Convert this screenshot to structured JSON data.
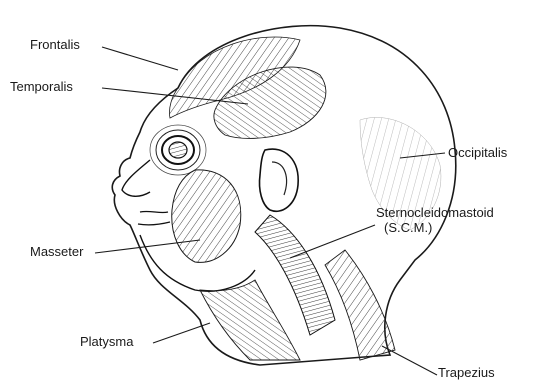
{
  "labels": {
    "frontalis": "Frontalis",
    "temporalis": "Temporalis",
    "occipitalis": "Occipitalis",
    "scm_name": "Sternocleidomastoid",
    "scm_abbr": "(S.C.M.)",
    "masseter": "Masseter",
    "platysma": "Platysma",
    "trapezius": "Trapezius"
  },
  "colors": {
    "ink": "#1a1a1a",
    "shade": "#555555",
    "background": "#ffffff"
  }
}
